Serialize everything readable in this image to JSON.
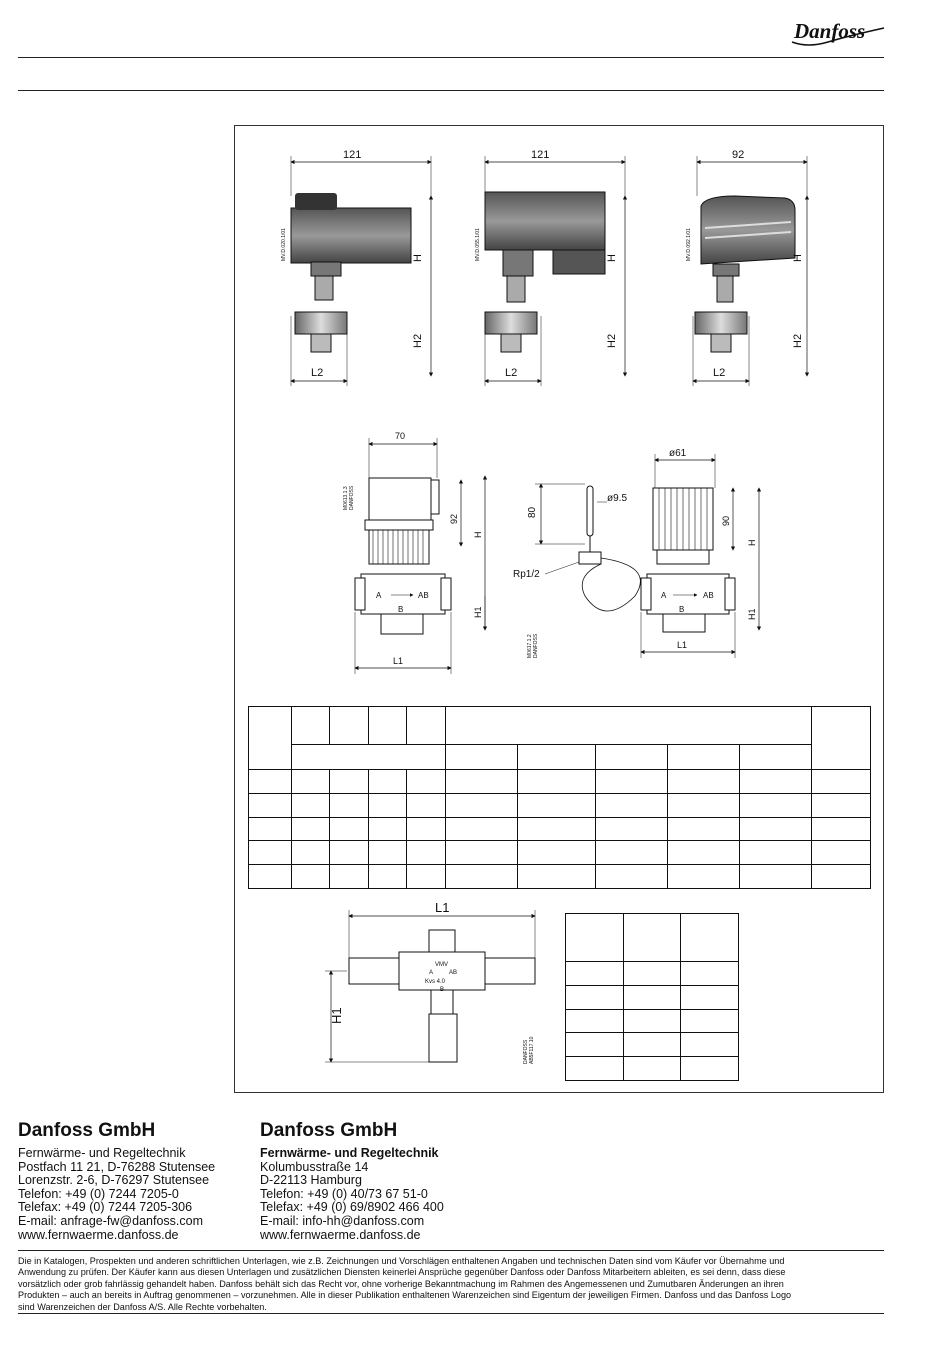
{
  "brand": {
    "logo_text": "Danfoss"
  },
  "drawings": {
    "top": [
      {
        "width": "121",
        "code": "MV.D.020.1/01",
        "h": "H",
        "h2": "H2",
        "l2": "L2"
      },
      {
        "width": "121",
        "code": "MV.D.055.1/01",
        "h": "H",
        "h2": "H2",
        "l2": "L2"
      },
      {
        "width": "92",
        "code": "MV.D.092.1/01",
        "h": "H",
        "h2": "H2",
        "l2": "L2"
      }
    ],
    "middle_left": {
      "width": "70",
      "height": "92",
      "code_a": "M0613.1.3",
      "code_b": "DANFOSS",
      "h": "H",
      "h1": "H1",
      "l1": "L1",
      "port_a": "A",
      "port_ab": "AB",
      "port_b": "B"
    },
    "middle_right": {
      "diameter": "ø61",
      "sensor_dia": "ø9.5",
      "sensor_len": "80",
      "height": "90",
      "thread": "Rp1/2",
      "code_a": "M0617.1.2",
      "code_b": "DANFOSS",
      "h": "H",
      "h1": "H1",
      "l1": "L1",
      "port_a": "A",
      "port_ab": "AB",
      "port_b": "B"
    },
    "bottom": {
      "l1": "L1",
      "h1": "H1",
      "body_label": "VMV",
      "kvs": "Kvs 4.0",
      "port_a": "A",
      "port_ab": "AB",
      "port_b": "B",
      "code_a": "DANFOSS",
      "code_b": "AB5F117.10"
    }
  },
  "offices": [
    {
      "company": "Danfoss GmbH",
      "lines": [
        "Fernwärme- und Regeltechnik",
        "Postfach 11 21, D-76288 Stutensee",
        "Lorenzstr. 2-6, D-76297 Stutensee",
        "Telefon: +49 (0) 7244 7205-0",
        "Telefax: +49 (0) 7244 7205-306",
        "E-mail: anfrage-fw@danfoss.com",
        "www.fernwaerme.danfoss.de"
      ]
    },
    {
      "company": "Danfoss GmbH",
      "lines": [
        "Fernwärme- und Regeltechnik",
        "Kolumbusstraße 14",
        "D-22113 Hamburg",
        "Telefon: +49 (0) 40/73 67 51-0",
        "Telefax: +49 (0) 69/8902 466 400",
        "E-mail: info-hh@danfoss.com",
        "www.fernwaerme.danfoss.de"
      ]
    }
  ],
  "disclaimer": [
    "Die in Katalogen, Prospekten und anderen schriftlichen Unterlagen, wie z.B. Zeichnungen und Vorschlägen enthaltenen Angaben und technischen Daten sind vom Käufer vor Übernahme und",
    "Anwendung zu prüfen. Der Käufer kann aus diesen Unterlagen und zusätzlichen Diensten keinerlei Ansprüche gegenüber Danfoss oder Danfoss Mitarbeitern ableiten, es sei denn, dass diese",
    "vorsätzlich oder grob fahrlässig gehandelt haben. Danfoss behält sich das Recht vor, ohne vorherige Bekanntmachung im Rahmen des Angemessenen und Zumutbaren Änderungen an ihren",
    "Produkten – auch an bereits in Auftrag genommenen – vorzunehmen. Alle in dieser Publikation enthaltenen Warenzeichen sind Eigentum der jeweiligen Firmen. Danfoss und das Danfoss Logo",
    "sind Warenzeichen der Danfoss A/S. Alle Rechte vorbehalten."
  ]
}
